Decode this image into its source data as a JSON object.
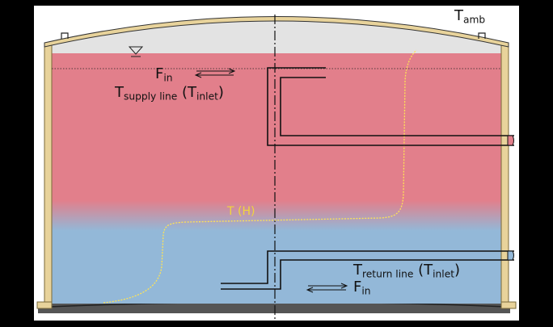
{
  "labels": {
    "ambient": {
      "main": "T",
      "sub": "amb"
    },
    "flow_top": {
      "main": "F",
      "sub": "in"
    },
    "supply": {
      "main": "T",
      "sub": "supply line",
      "open": " (T",
      "sub2": "inlet",
      "close": ")"
    },
    "profile": "T (H)",
    "return": {
      "main": "T",
      "sub": "return line",
      "open": " (T",
      "sub2": "inlet",
      "close": ")"
    },
    "flow_bottom": {
      "main": "F",
      "sub": "in"
    }
  },
  "colors": {
    "background_outer": "#000000",
    "background_inner": "#ffffff",
    "hot_layer": "#e27f8b",
    "cold_layer": "#93b8d8",
    "air_space": "#e3e3e3",
    "tank_wall": "#e8d39b",
    "tank_wall_edge": "#7a6a3a",
    "foundation": "#555555",
    "pipe_fill_hot": "#e27f8b",
    "pipe_fill_cold": "#93b8d8",
    "profile_line": "#ffe455",
    "profile_label": "#f2d53b"
  },
  "icons": [
    "water-level-triangle-icon",
    "double-arrow-icon"
  ]
}
